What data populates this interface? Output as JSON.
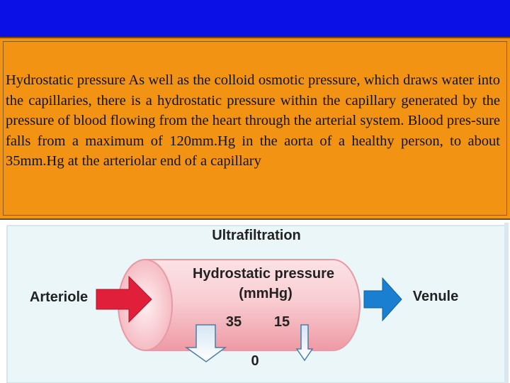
{
  "slide": {
    "body_text": "Hydrostatic pressure As well as the colloid osmotic pressure, which draws water into the capillaries, there is a hydrostatic pressure within the capillary generated by the pressure of blood flowing from the heart through the arterial system. Blood pres-sure falls from a maximum of 120mm.Hg in the aorta of a healthy person, to about 35mm.Hg at the arteriolar end of a capillary"
  },
  "diagram": {
    "title": "Ultrafiltration",
    "left_label": "Arteriole",
    "right_label": "Venule",
    "center_label_line1": "Hydrostatic pressure",
    "center_label_line2": "(mmHg)",
    "value_left": "35",
    "value_right": "15",
    "value_bottom": "0",
    "colors": {
      "header_band": "#0a10e6",
      "text_panel": "#f39314",
      "diagram_bg": "#eaf6f8",
      "vessel_fill": "#f8cdd2",
      "inflow_arrow": "#e0203a",
      "outflow_arrow": "#1a7fd0"
    }
  }
}
